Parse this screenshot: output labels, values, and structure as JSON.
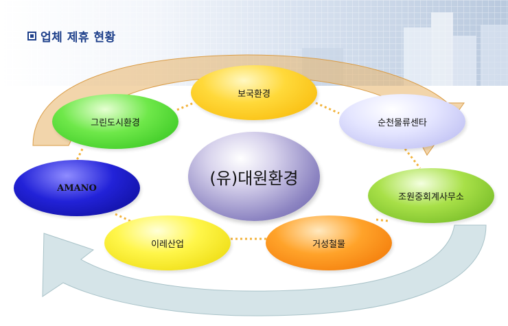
{
  "header": {
    "title": "업체 제휴 현황",
    "title_icon": "square-bullet-icon"
  },
  "diagram": {
    "center": "(유)대원환경",
    "nodes": {
      "top": "보국환경",
      "top_left": "그린도시환경",
      "top_right": "순천물류센타",
      "left": "AMANO",
      "right": "조원중회계사무소",
      "bottom_left": "이레산업",
      "bottom_right": "거성철물"
    }
  },
  "colors": {
    "title": "#1d3f8a",
    "arrow_top": "#e8b266",
    "arrow_bottom": "#b9d2d8",
    "connector": "#f2b23a"
  }
}
